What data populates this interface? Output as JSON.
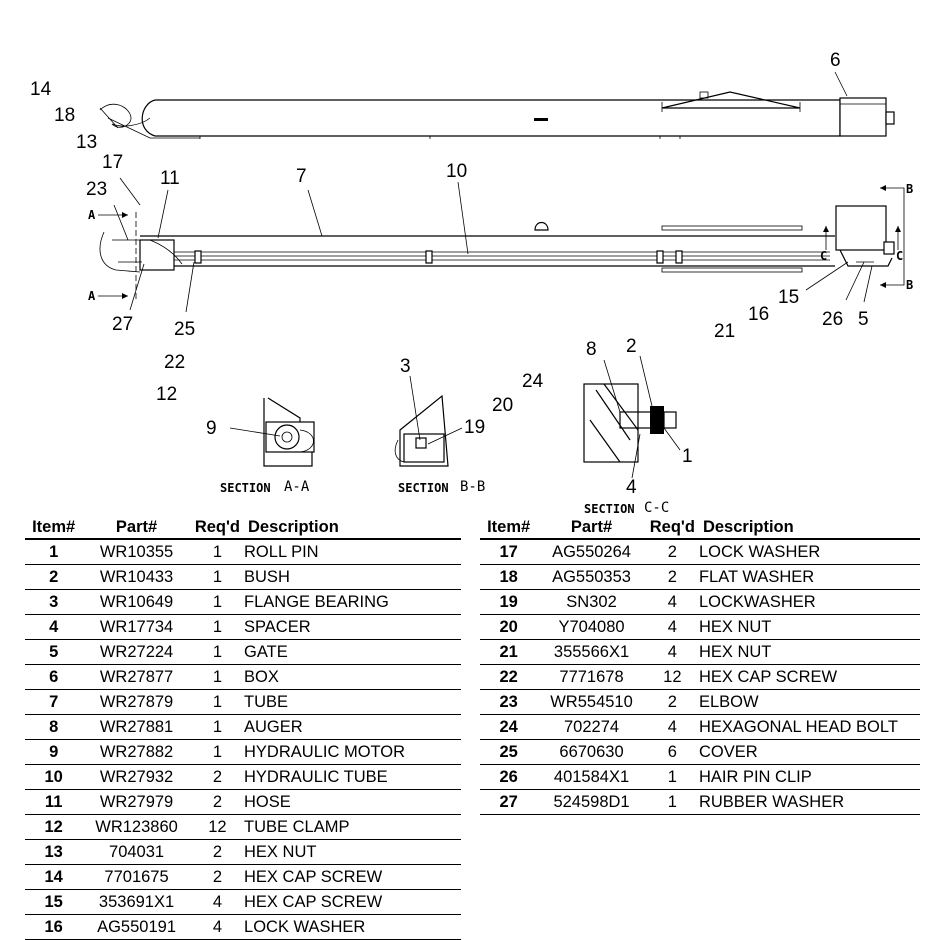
{
  "callouts": {
    "c14": "14",
    "c18": "18",
    "c13": "13",
    "c6": "6",
    "c17": "17",
    "c23": "23",
    "c11": "11",
    "c7": "7",
    "c10": "10",
    "c27": "27",
    "c25": "25",
    "c22": "22",
    "c12": "12",
    "c15": "15",
    "c16": "16",
    "c21": "21",
    "c26": "26",
    "c5": "5",
    "c8": "8",
    "c2": "2",
    "c1": "1",
    "c4": "4",
    "c3": "3",
    "c19": "19",
    "c24": "24",
    "c20": "20",
    "c9": "9"
  },
  "markers": {
    "a": "A",
    "b": "B",
    "c": "C"
  },
  "sections": {
    "aa": {
      "prefix": "SECTION",
      "id": "A-A"
    },
    "bb": {
      "prefix": "SECTION",
      "id": "B-B"
    },
    "cc": {
      "prefix": "SECTION",
      "id": "C-C"
    }
  },
  "table": {
    "headers": {
      "item": "Item#",
      "part": "Part#",
      "req": "Req'd",
      "desc": "Description"
    },
    "left_rows": [
      {
        "item": "1",
        "part": "WR10355",
        "req": "1",
        "desc": "ROLL PIN"
      },
      {
        "item": "2",
        "part": "WR10433",
        "req": "1",
        "desc": "BUSH"
      },
      {
        "item": "3",
        "part": "WR10649",
        "req": "1",
        "desc": "FLANGE BEARING"
      },
      {
        "item": "4",
        "part": "WR17734",
        "req": "1",
        "desc": "SPACER"
      },
      {
        "item": "5",
        "part": "WR27224",
        "req": "1",
        "desc": "GATE"
      },
      {
        "item": "6",
        "part": "WR27877",
        "req": "1",
        "desc": "BOX"
      },
      {
        "item": "7",
        "part": "WR27879",
        "req": "1",
        "desc": "TUBE"
      },
      {
        "item": "8",
        "part": "WR27881",
        "req": "1",
        "desc": "AUGER"
      },
      {
        "item": "9",
        "part": "WR27882",
        "req": "1",
        "desc": "HYDRAULIC MOTOR"
      },
      {
        "item": "10",
        "part": "WR27932",
        "req": "2",
        "desc": "HYDRAULIC TUBE"
      },
      {
        "item": "11",
        "part": "WR27979",
        "req": "2",
        "desc": "HOSE"
      },
      {
        "item": "12",
        "part": "WR123860",
        "req": "12",
        "desc": "TUBE CLAMP"
      },
      {
        "item": "13",
        "part": "704031",
        "req": "2",
        "desc": "HEX NUT"
      },
      {
        "item": "14",
        "part": "7701675",
        "req": "2",
        "desc": "HEX CAP SCREW"
      },
      {
        "item": "15",
        "part": "353691X1",
        "req": "4",
        "desc": "HEX CAP SCREW"
      },
      {
        "item": "16",
        "part": "AG550191",
        "req": "4",
        "desc": "LOCK WASHER"
      }
    ],
    "right_rows": [
      {
        "item": "17",
        "part": "AG550264",
        "req": "2",
        "desc": "LOCK WASHER"
      },
      {
        "item": "18",
        "part": "AG550353",
        "req": "2",
        "desc": "FLAT WASHER"
      },
      {
        "item": "19",
        "part": "SN302",
        "req": "4",
        "desc": "LOCKWASHER"
      },
      {
        "item": "20",
        "part": "Y704080",
        "req": "4",
        "desc": "HEX NUT"
      },
      {
        "item": "21",
        "part": "355566X1",
        "req": "4",
        "desc": "HEX NUT"
      },
      {
        "item": "22",
        "part": "7771678",
        "req": "12",
        "desc": "HEX CAP SCREW"
      },
      {
        "item": "23",
        "part": "WR554510",
        "req": "2",
        "desc": "ELBOW"
      },
      {
        "item": "24",
        "part": "702274",
        "req": "4",
        "desc": "HEXAGONAL HEAD BOLT"
      },
      {
        "item": "25",
        "part": "6670630",
        "req": "6",
        "desc": "COVER"
      },
      {
        "item": "26",
        "part": "401584X1",
        "req": "1",
        "desc": "HAIR PIN CLIP"
      },
      {
        "item": "27",
        "part": "524598D1",
        "req": "1",
        "desc": "RUBBER WASHER"
      }
    ]
  }
}
